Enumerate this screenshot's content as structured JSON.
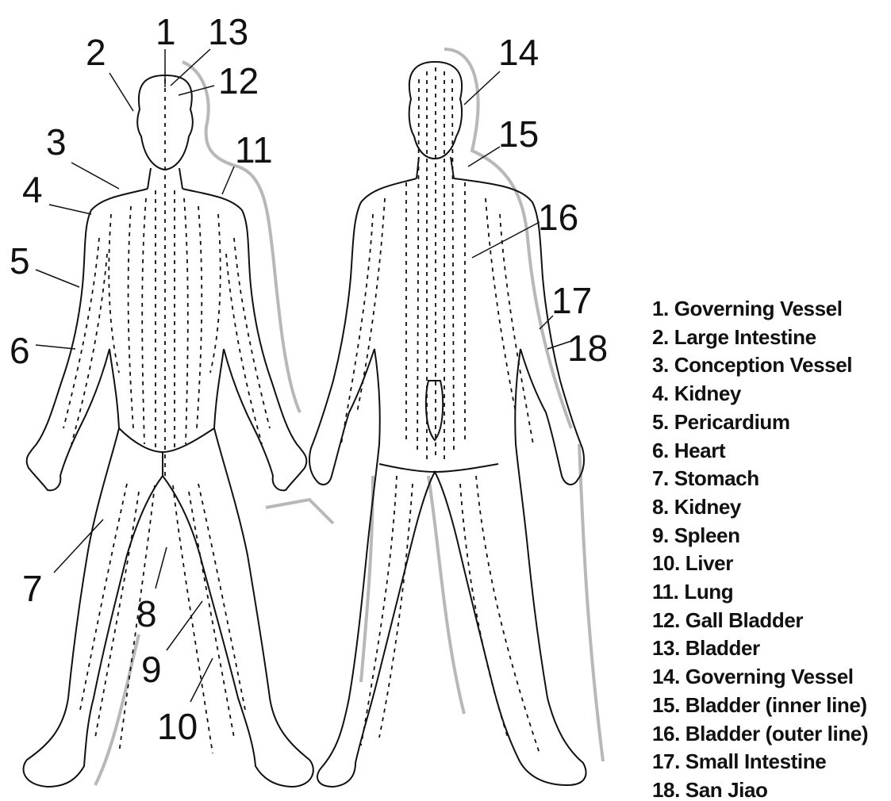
{
  "callouts": [
    "1",
    "2",
    "3",
    "4",
    "5",
    "6",
    "7",
    "8",
    "9",
    "10",
    "11",
    "12",
    "13",
    "14",
    "15",
    "16",
    "17",
    "18"
  ],
  "legend": [
    "1. Governing Vessel",
    "2. Large Intestine",
    "3. Conception Vessel",
    "4. Kidney",
    "5. Pericardium",
    "6. Heart",
    "7. Stomach",
    "8. Kidney",
    "9. Spleen",
    "10. Liver",
    "11. Lung",
    "12. Gall Bladder",
    "13. Bladder",
    "14. Governing Vessel",
    "15. Bladder (inner line)",
    "16. Bladder (outer line)",
    "17. Small Intestine",
    "18. San Jiao"
  ],
  "colors": {
    "line": "#111111",
    "shadow": "#b8b8b8",
    "background": "#ffffff"
  }
}
